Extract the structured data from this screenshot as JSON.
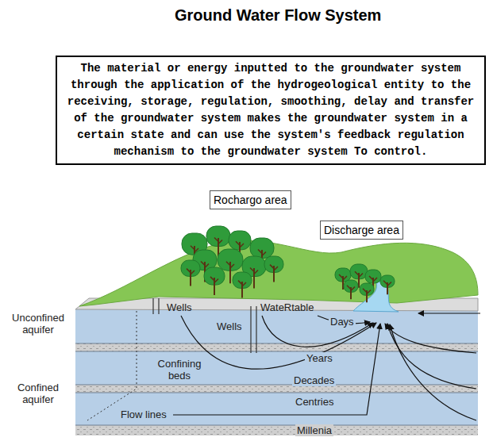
{
  "diagram": {
    "title": "Ground Water Flow System",
    "nodes": [
      {
        "text": [
          "The material or energy inputted to the groundwater system through the application of the hydrogeological entity to the receiving, storage, regulation, smoothing, delay and transfer of the groundwater system makes the groundwater system in a certain state and can use the system's feedback regulation mechanism to the groundwater system To control."
        ]
      },
      {
        "text": [
          "Rochargo area"
        ]
      },
      {
        "text": [
          "Discharge area"
        ]
      }
    ],
    "labels": [
      "Unconfined aquifer",
      "Confined aquifer",
      "Wells",
      "Wells",
      "WateRtable",
      "Days",
      "Years",
      "Confining beds",
      "Decades",
      "Flow lines",
      "Centries",
      "Millenia"
    ]
  }
}
